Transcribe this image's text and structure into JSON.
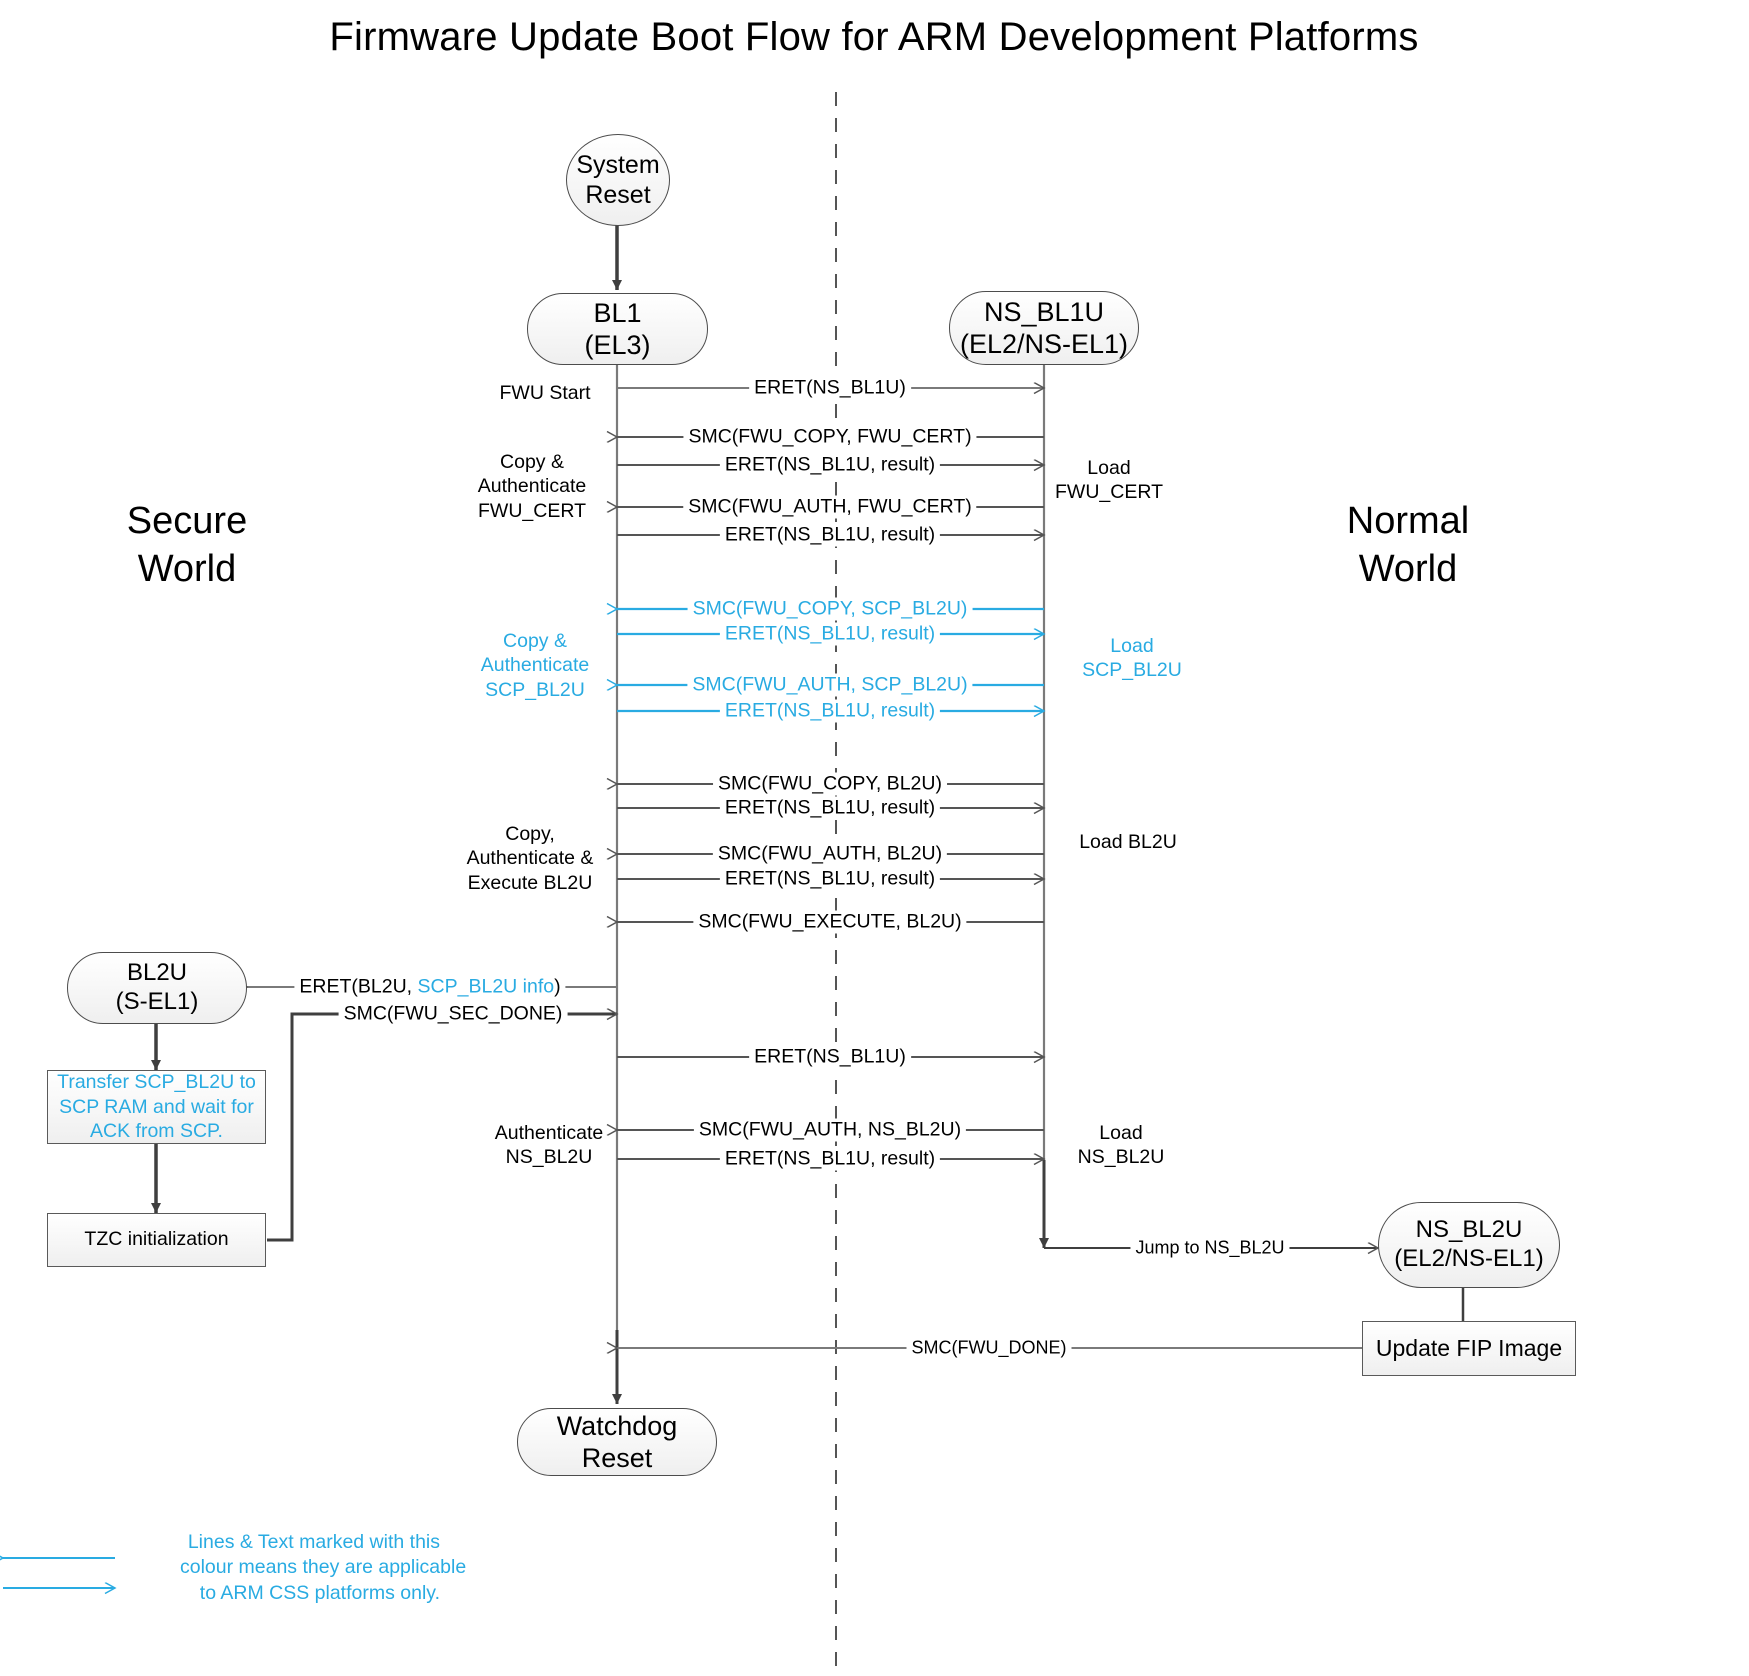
{
  "title": "Firmware Update Boot Flow for ARM Development Platforms",
  "colors": {
    "blue": "#29ABE2",
    "line": "#4c4c4c",
    "text": "#000000",
    "node_fill": "#f1f1f1"
  },
  "worlds": {
    "secure_line1": "Secure",
    "secure_line2": "World",
    "normal_line1": "Normal",
    "normal_line2": "World"
  },
  "nodes": {
    "system_reset": {
      "line1": "System",
      "line2": "Reset"
    },
    "bl1": {
      "line1": "BL1",
      "line2": "(EL3)"
    },
    "ns_bl1u": {
      "line1": "NS_BL1U",
      "line2": "(EL2/NS-EL1)"
    },
    "bl2u": {
      "line1": "BL2U",
      "line2": "(S-EL1)"
    },
    "ns_bl2u": {
      "line1": "NS_BL2U",
      "line2": "(EL2/NS-EL1)"
    },
    "transfer_scp": {
      "line1": "Transfer SCP_BL2U to",
      "line2": "SCP RAM and wait for",
      "line3": "ACK from SCP."
    },
    "tzc_init": {
      "label": "TZC initialization"
    },
    "update_fip": {
      "label": "Update FIP Image"
    },
    "watchdog_reset": {
      "label": "Watchdog Reset"
    }
  },
  "messages": [
    {
      "id": "m1",
      "label": "ERET(NS_BL1U)",
      "dir": "right",
      "color": "black"
    },
    {
      "id": "m2",
      "label": "SMC(FWU_COPY, FWU_CERT)",
      "dir": "left",
      "color": "black"
    },
    {
      "id": "m3",
      "label": "ERET(NS_BL1U, result)",
      "dir": "right",
      "color": "black"
    },
    {
      "id": "m4",
      "label": "SMC(FWU_AUTH, FWU_CERT)",
      "dir": "left",
      "color": "black"
    },
    {
      "id": "m5",
      "label": "ERET(NS_BL1U, result)",
      "dir": "right",
      "color": "black"
    },
    {
      "id": "m6",
      "label": "SMC(FWU_COPY, SCP_BL2U)",
      "dir": "left",
      "color": "blue"
    },
    {
      "id": "m7",
      "label": "ERET(NS_BL1U, result)",
      "dir": "right",
      "color": "blue"
    },
    {
      "id": "m8",
      "label": "SMC(FWU_AUTH, SCP_BL2U)",
      "dir": "left",
      "color": "blue"
    },
    {
      "id": "m9",
      "label": "ERET(NS_BL1U, result)",
      "dir": "right",
      "color": "blue"
    },
    {
      "id": "m10",
      "label": "SMC(FWU_COPY, BL2U)",
      "dir": "left",
      "color": "black"
    },
    {
      "id": "m11",
      "label": "ERET(NS_BL1U, result)",
      "dir": "right",
      "color": "black"
    },
    {
      "id": "m12",
      "label": "SMC(FWU_AUTH, BL2U)",
      "dir": "left",
      "color": "black"
    },
    {
      "id": "m13",
      "label": "ERET(NS_BL1U, result)",
      "dir": "right",
      "color": "black"
    },
    {
      "id": "m14",
      "label": "SMC(FWU_EXECUTE, BL2U)",
      "dir": "left",
      "color": "black"
    },
    {
      "id": "m17",
      "label": "ERET(NS_BL1U)",
      "dir": "right",
      "color": "black"
    },
    {
      "id": "m18",
      "label": "SMC(FWU_AUTH, NS_BL2U)",
      "dir": "left",
      "color": "black"
    },
    {
      "id": "m19",
      "label": "ERET(NS_BL1U, result)",
      "dir": "right",
      "color": "black"
    },
    {
      "id": "m20",
      "label": "Jump to NS_BL2U",
      "dir": "right",
      "color": "black"
    },
    {
      "id": "m21",
      "label": "SMC(FWU_DONE)",
      "dir": "left",
      "color": "black"
    }
  ],
  "eret_bl2u": {
    "prefix": "ERET(BL2U, ",
    "blue_part": "SCP_BL2U info",
    "suffix": ")"
  },
  "smc_sec_done": {
    "label": "SMC(FWU_SEC_DONE)"
  },
  "side_labels": {
    "fwu_start": "FWU Start",
    "copy_auth_cert": {
      "line1": "Copy &",
      "line2": "Authenticate",
      "line3": "FWU_CERT"
    },
    "load_fwu_cert": {
      "line1": "Load",
      "line2": "FWU_CERT"
    },
    "copy_auth_scp": {
      "line1": "Copy &",
      "line2": "Authenticate",
      "line3": "SCP_BL2U"
    },
    "load_scp_bl2u": {
      "line1": "Load",
      "line2": "SCP_BL2U"
    },
    "copy_auth_exec_bl2u": {
      "line1": "Copy,",
      "line2": "Authenticate &",
      "line3": "Execute BL2U"
    },
    "load_bl2u": "Load BL2U",
    "auth_ns_bl2u": {
      "line1": "Authenticate",
      "line2": "NS_BL2U"
    },
    "load_ns_bl2u": {
      "line1": "Load",
      "line2": "NS_BL2U"
    }
  },
  "legend": {
    "line1": "Lines & Text marked with this",
    "line2": "colour means they are applicable",
    "line3": "to ARM CSS platforms only."
  }
}
